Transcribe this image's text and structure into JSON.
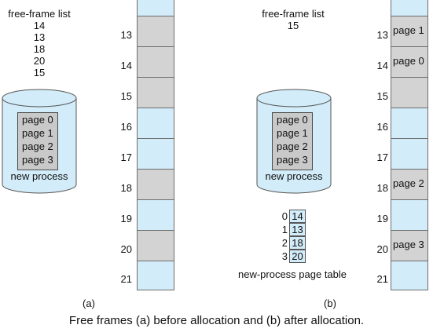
{
  "panel_a": {
    "free_frame_title": "free-frame list",
    "free_frames": [
      "14",
      "13",
      "18",
      "20",
      "15"
    ],
    "disk_pages": [
      "page 0",
      "page 1",
      "page 2",
      "page 3"
    ],
    "disk_label": "new process",
    "frames": [
      {
        "num": "13",
        "state": "gray",
        "label": ""
      },
      {
        "num": "14",
        "state": "gray",
        "label": ""
      },
      {
        "num": "15",
        "state": "gray",
        "label": ""
      },
      {
        "num": "16",
        "state": "blue",
        "label": ""
      },
      {
        "num": "17",
        "state": "blue",
        "label": ""
      },
      {
        "num": "18",
        "state": "gray",
        "label": ""
      },
      {
        "num": "19",
        "state": "blue",
        "label": ""
      },
      {
        "num": "20",
        "state": "gray",
        "label": ""
      },
      {
        "num": "21",
        "state": "blue",
        "label": ""
      }
    ],
    "caption": "(a)"
  },
  "panel_b": {
    "free_frame_title": "free-frame list",
    "free_frames": [
      "15"
    ],
    "disk_pages": [
      "page 0",
      "page 1",
      "page 2",
      "page 3"
    ],
    "disk_label": "new process",
    "page_table": [
      {
        "index": "0",
        "frame": "14"
      },
      {
        "index": "1",
        "frame": "13"
      },
      {
        "index": "2",
        "frame": "18"
      },
      {
        "index": "3",
        "frame": "20"
      }
    ],
    "page_table_label": "new-process page table",
    "frames": [
      {
        "num": "13",
        "state": "gray",
        "label": "page 1"
      },
      {
        "num": "14",
        "state": "gray",
        "label": "page 0"
      },
      {
        "num": "15",
        "state": "gray",
        "label": ""
      },
      {
        "num": "16",
        "state": "blue",
        "label": ""
      },
      {
        "num": "17",
        "state": "blue",
        "label": ""
      },
      {
        "num": "18",
        "state": "gray",
        "label": "page 2"
      },
      {
        "num": "19",
        "state": "blue",
        "label": ""
      },
      {
        "num": "20",
        "state": "gray",
        "label": "page 3"
      },
      {
        "num": "21",
        "state": "blue",
        "label": ""
      }
    ],
    "caption": "(b)"
  },
  "figure_caption": "Free frames (a) before allocation and (b) after allocation.",
  "colors": {
    "free": "#d2ecf9",
    "used": "#d3d3d3",
    "disk": "#d2ecf9"
  }
}
